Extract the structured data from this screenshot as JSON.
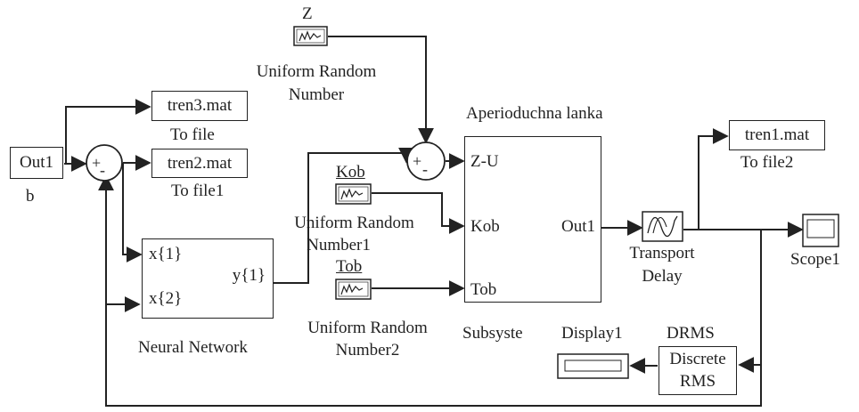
{
  "diagram": {
    "out1_source": {
      "label": "Out1",
      "caption": "b"
    },
    "sum1": {
      "plus": "+",
      "minus": "-"
    },
    "sum2": {
      "plus": "+",
      "minus": "-"
    },
    "tren3": {
      "label": "tren3.mat",
      "caption": "To file"
    },
    "tren2": {
      "label": "tren2.mat",
      "caption": "To file1"
    },
    "urn_z": {
      "top_label": "Z",
      "caption_line1": "Uniform Random",
      "caption_line2": "Number"
    },
    "urn_kob": {
      "top_label": "Kob",
      "caption_line1": "Uniform Random",
      "caption_line2": "Number1"
    },
    "urn_tob": {
      "top_label": "Tob",
      "caption_line1": "Uniform Random",
      "caption_line2": "Number2"
    },
    "neural": {
      "in1": "x{1}",
      "in2": "x{2}",
      "out": "y{1}",
      "caption": "Neural Network"
    },
    "subsystem": {
      "title": "Aperioduchna lanka",
      "in1": "Z-U",
      "in2": "Kob",
      "in3": "Tob",
      "out": "Out1",
      "caption": "Subsyste"
    },
    "transport": {
      "caption_line1": "Transport",
      "caption_line2": "Delay"
    },
    "tren1": {
      "label": "tren1.mat",
      "caption": "To file2"
    },
    "scope": {
      "caption": "Scope1"
    },
    "display": {
      "caption": "Display1"
    },
    "drms": {
      "top_label": "DRMS",
      "line1": "Discrete",
      "line2": "RMS"
    }
  }
}
